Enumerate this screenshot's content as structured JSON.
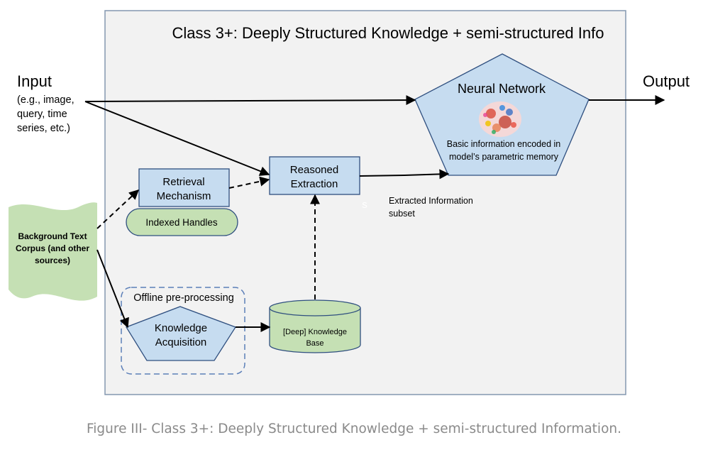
{
  "diagram": {
    "title": "Class 3+: Deeply Structured Knowledge + semi-structured Info",
    "input": {
      "label": "Input",
      "detail_lines": [
        "(e.g., image,",
        "query, time",
        "series, etc.)"
      ]
    },
    "output": {
      "label": "Output"
    },
    "neural_network": {
      "label": "Neural Network",
      "desc_lines": [
        "Basic information encoded in",
        "model’s parametric memory"
      ]
    },
    "reasoned_extraction": {
      "lines": [
        "Reasoned",
        "Extraction"
      ]
    },
    "retrieval_mechanism": {
      "lines": [
        "Retrieval",
        "Mechanism"
      ]
    },
    "indexed_handles": {
      "label": "Indexed Handles"
    },
    "background_corpus": {
      "lines": [
        "Background Text",
        "Corpus (and other",
        "sources)"
      ]
    },
    "offline_preprocessing": {
      "label": "Offline pre-processing"
    },
    "knowledge_acquisition": {
      "lines": [
        "Knowledge",
        "Acquisition"
      ]
    },
    "knowledge_base": {
      "lines": [
        "[Deep] Knowledge",
        "Base"
      ]
    },
    "extracted_info": {
      "lines": [
        "Extracted Information",
        "subset"
      ]
    },
    "stray_mark": "s",
    "colors": {
      "box_fill": "#c6dcf0",
      "green_fill": "#c5e0b4",
      "panel_fill": "#f2f2f2",
      "outline": "#2f4f7f",
      "dash_group": "#5b7fb8"
    }
  },
  "caption": "Figure III- Class 3+: Deeply Structured Knowledge + semi-structured Information."
}
